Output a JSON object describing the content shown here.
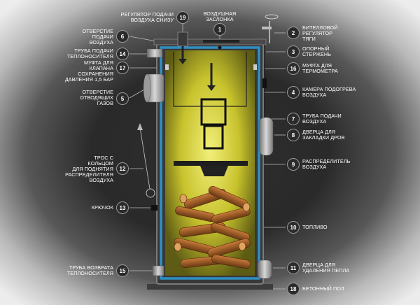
{
  "callouts": [
    {
      "number": "1",
      "lines": [
        "Воздушная",
        "заслонка"
      ]
    },
    {
      "number": "2",
      "lines": [
        "Бителловой",
        "регулятор",
        "тяги"
      ]
    },
    {
      "number": "3",
      "lines": [
        "Опорный",
        "стержень"
      ]
    },
    {
      "number": "4",
      "lines": [
        "Камера подогрева",
        "воздуха"
      ]
    },
    {
      "number": "5",
      "lines": [
        "Отверстие",
        "отводящих",
        "газов"
      ]
    },
    {
      "number": "6",
      "lines": [
        "Отверстие",
        "подачи",
        "воздуха"
      ]
    },
    {
      "number": "7",
      "lines": [
        "Труба подачи",
        "воздуха"
      ]
    },
    {
      "number": "8",
      "lines": [
        "Дверца для",
        "закладки дров"
      ]
    },
    {
      "number": "9",
      "lines": [
        "Распределитель",
        "воздуха"
      ]
    },
    {
      "number": "10",
      "lines": [
        "Топливо"
      ]
    },
    {
      "number": "11",
      "lines": [
        "Дверца для",
        "удаления пепла"
      ]
    },
    {
      "number": "12",
      "lines": [
        "Трос с",
        "кольцом",
        "для поднятия",
        "распределителя",
        "воздуха"
      ]
    },
    {
      "number": "13",
      "lines": [
        "Крючок"
      ]
    },
    {
      "number": "14",
      "lines": [
        "Труба подачи",
        "теплоносителя"
      ]
    },
    {
      "number": "15",
      "lines": [
        "Труба возврата",
        "теплоносителя"
      ]
    },
    {
      "number": "16",
      "lines": [
        "Муфта для",
        "термометра"
      ]
    },
    {
      "number": "17",
      "lines": [
        "Муфта для",
        "клапана",
        "сохранения",
        "давления 1,5 бар"
      ]
    },
    {
      "number": "18",
      "lines": [
        "Бетонный пол"
      ]
    },
    {
      "number": "19",
      "lines": [
        "Регулятор подачи",
        "воздуха снизу"
      ]
    }
  ]
}
